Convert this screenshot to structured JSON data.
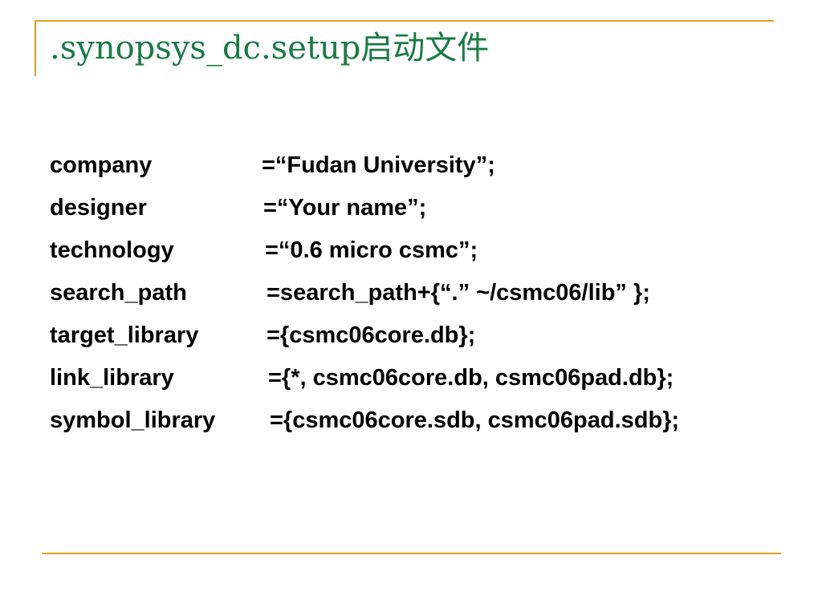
{
  "slide": {
    "title": ".synopsys_dc.setup启动文件",
    "settings": [
      {
        "key": "company",
        "value": "=“Fudan University”;"
      },
      {
        "key": "designer",
        "value": "=“Your name”;"
      },
      {
        "key": "technology",
        "value": "=“0.6 micro csmc”;"
      },
      {
        "key": "search_path",
        "value": "=search_path+{“.” ~/csmc06/lib” };"
      },
      {
        "key": "target_library",
        "value": "={csmc06core.db};"
      },
      {
        "key": "link_library",
        "value": "={*, csmc06core.db, csmc06pad.db};"
      },
      {
        "key": "symbol_library",
        "value": "={csmc06core.sdb, csmc06pad.sdb};"
      }
    ]
  },
  "colors": {
    "title": "#1a7a45",
    "frame": "#e0a020",
    "text": "#000000"
  }
}
